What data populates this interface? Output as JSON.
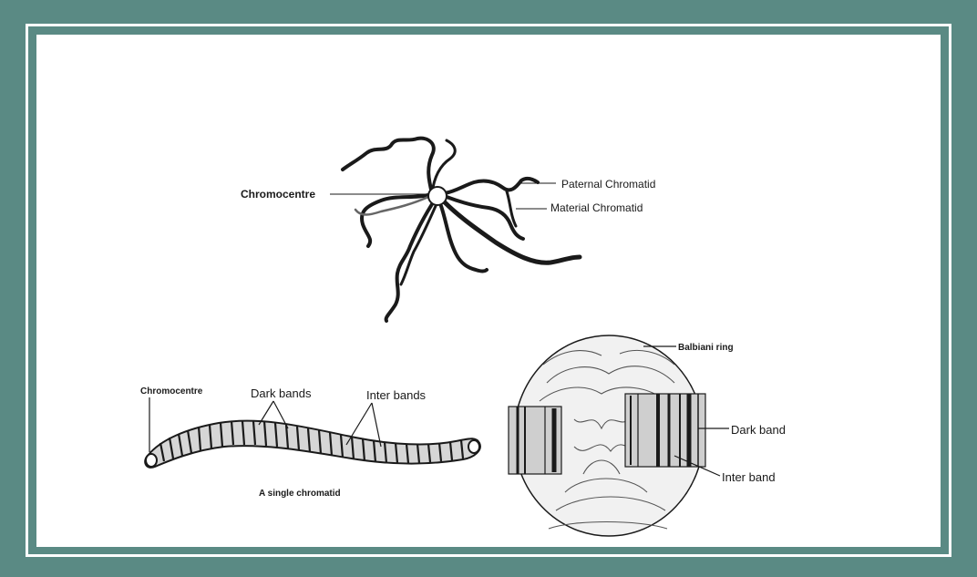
{
  "diagram": {
    "star_labels": {
      "chromocentre": "Chromocentre",
      "paternal": "Paternal Chromatid",
      "maternal": "Material Chromatid"
    },
    "chromatid_labels": {
      "chromocentre": "Chromocentre",
      "dark_bands": "Dark bands",
      "inter_bands": "Inter bands",
      "caption": "A single chromatid"
    },
    "puff_labels": {
      "balbiani": "Balbiani ring",
      "dark_band": "Dark band",
      "inter_band": "Inter band"
    },
    "colors": {
      "frame": "#5a8a84",
      "ink": "#1a1a1a"
    }
  }
}
